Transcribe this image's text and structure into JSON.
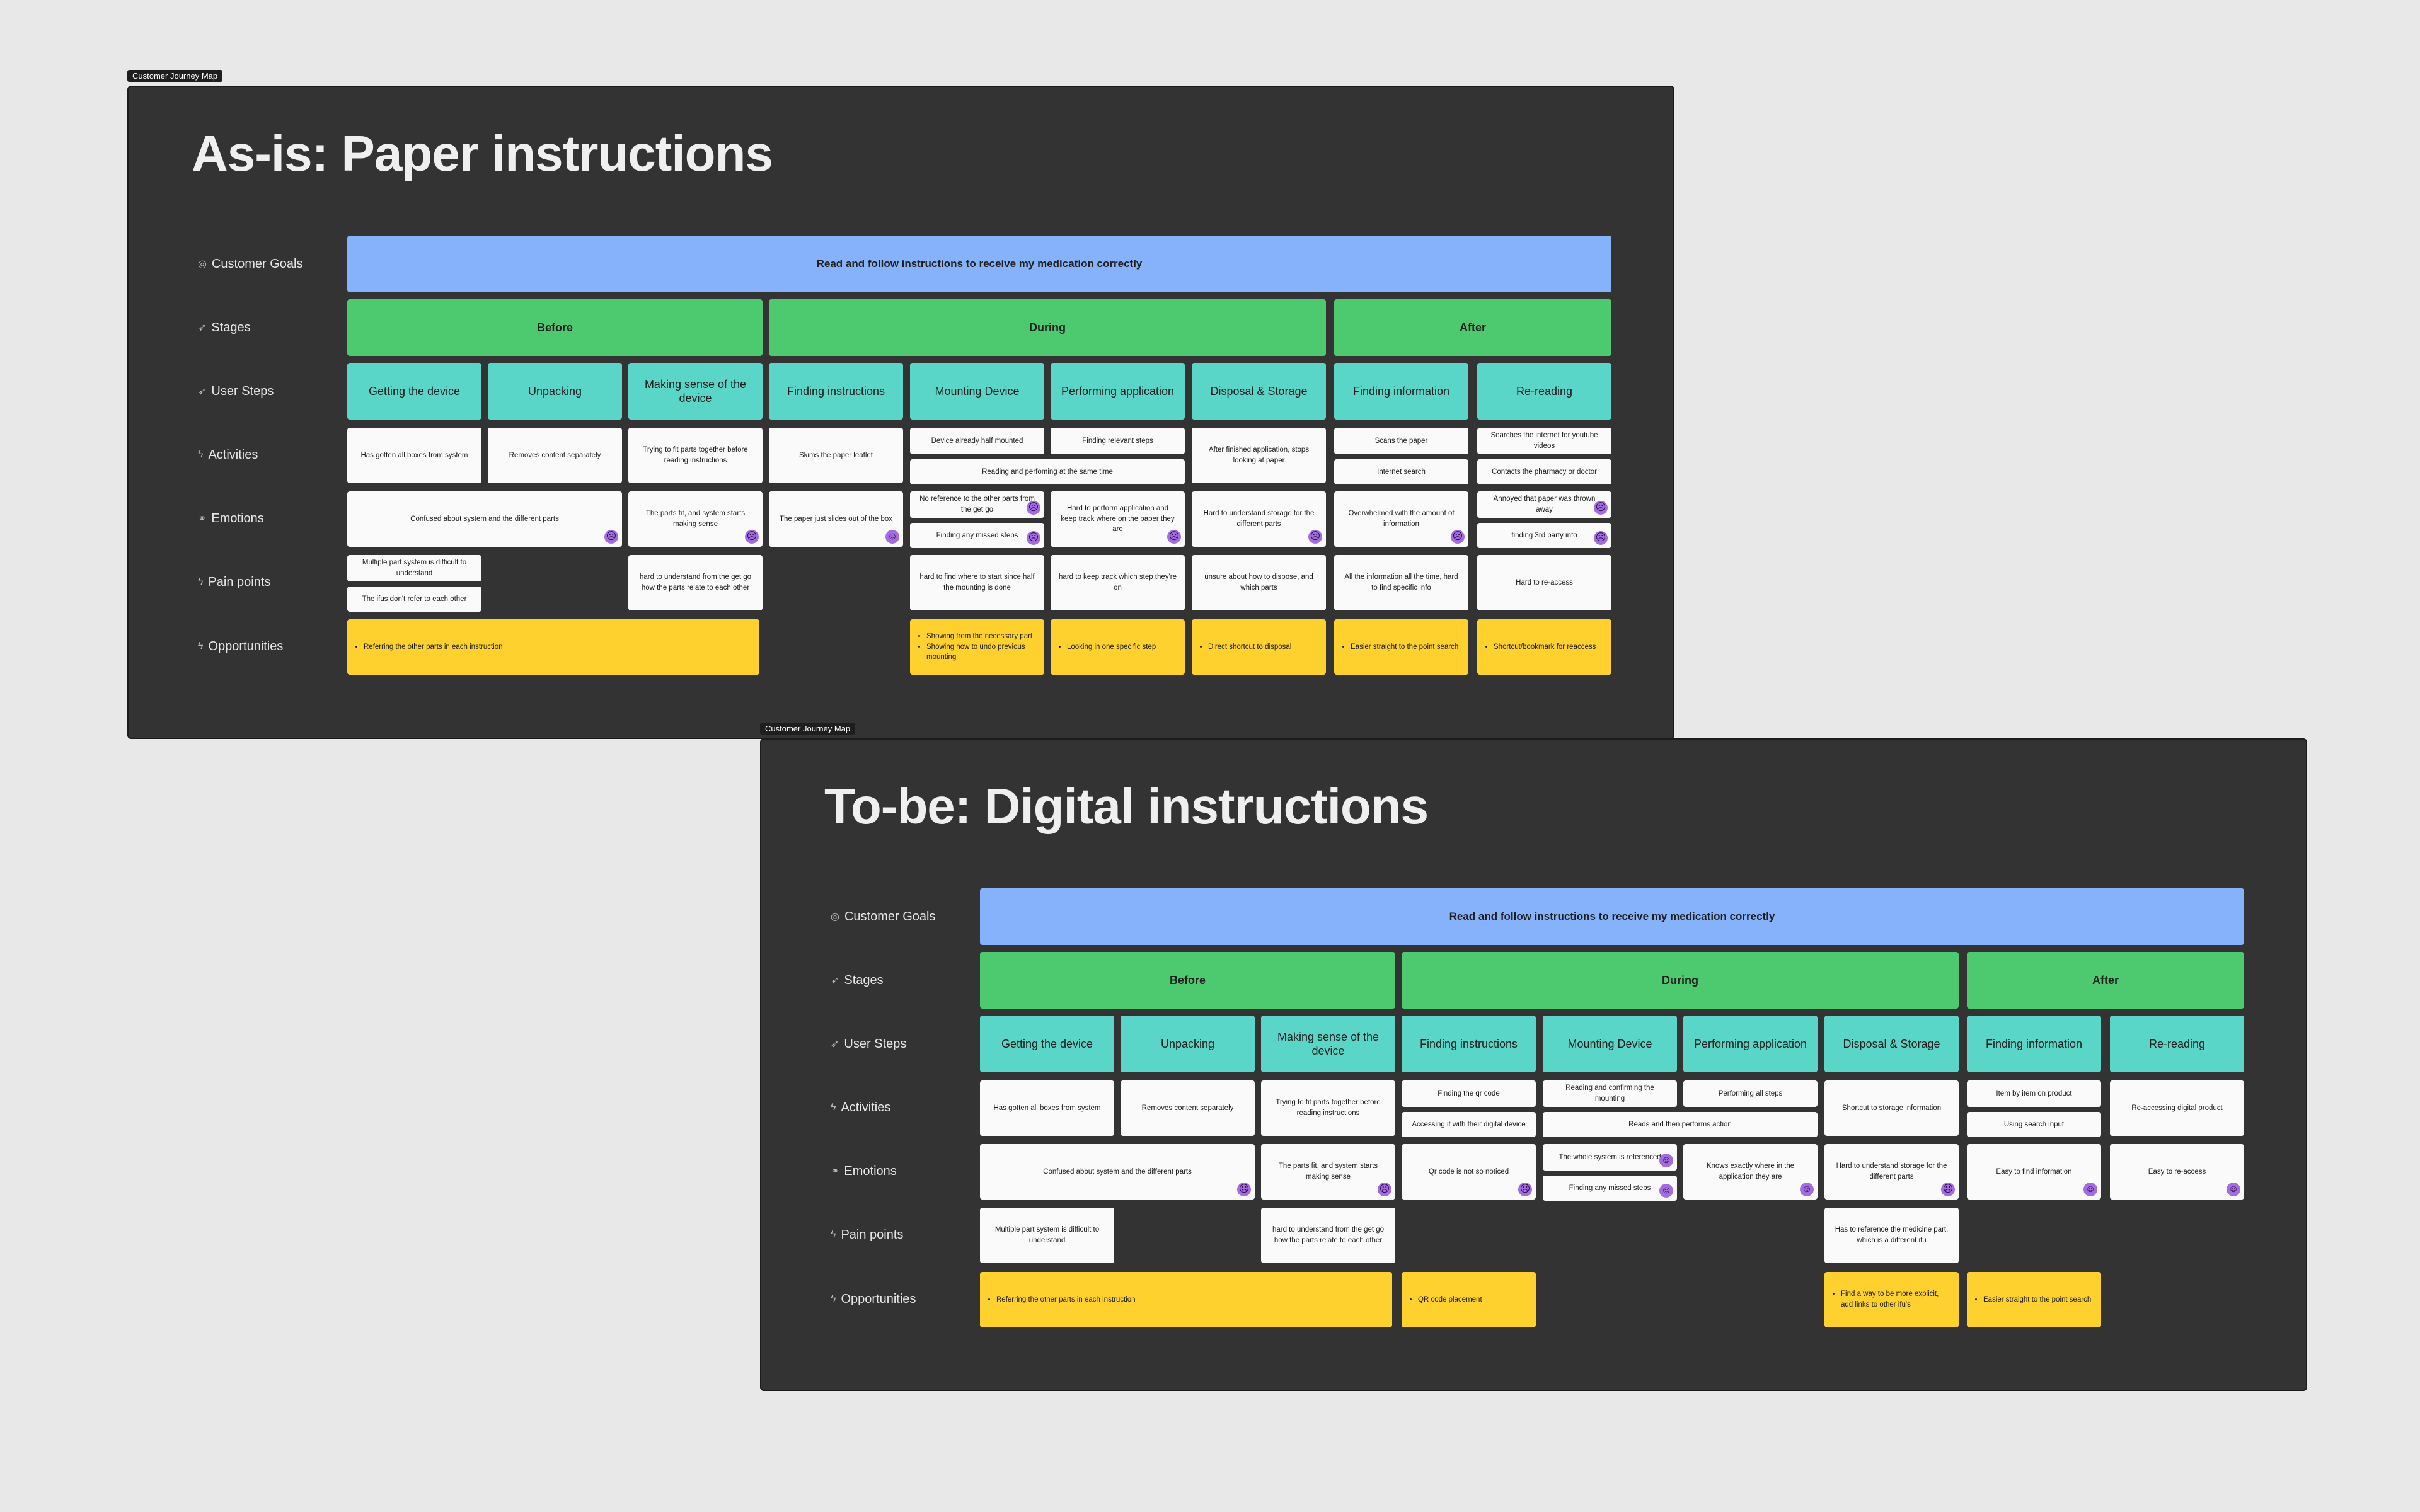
{
  "colors": {
    "canvas": "#e8e8e8",
    "frame": "#333333",
    "goal": "#86b2fb",
    "stage": "#4dca6f",
    "step": "#5ad6c9",
    "note": "#fafafa",
    "opportunity": "#ffd12f",
    "emoji": "#a36ce0"
  },
  "icons": {
    "goals": "target-icon",
    "stages": "rocket-icon",
    "steps": "rocket-icon",
    "activities": "lightning-icon",
    "emotions": "link-icon",
    "pain": "lightning-icon",
    "opps": "lightning-icon"
  },
  "row_labels": {
    "goals": "Customer Goals",
    "stages": "Stages",
    "steps": "User Steps",
    "activities": "Activities",
    "emotions": "Emotions",
    "pain": "Pain points",
    "opps": "Opportunities"
  },
  "asis": {
    "frame_label": "Customer Journey Map",
    "title": "As-is: Paper instructions",
    "goal": "Read and follow instructions to receive my medication correctly",
    "stages": [
      "Before",
      "During",
      "After"
    ],
    "steps": [
      "Getting the device",
      "Unpacking",
      "Making sense of the device",
      "Finding instructions",
      "Mounting Device",
      "Performing application",
      "Disposal & Storage",
      "Finding information",
      "Re-reading"
    ],
    "activities": {
      "a0": "Has gotten all boxes from system",
      "a1": "Removes content separately",
      "a2": "Trying to fit parts together before reading instructions",
      "a3": "Skims the paper leaflet",
      "a4a": "Device already half mounted",
      "a5a": "Finding relevant steps",
      "a45": "Reading and perfoming at the same time",
      "a6": "After finished application, stops looking at paper",
      "a7a": "Scans the paper",
      "a7b": "Internet search",
      "a8a": "Searches the internet for youtube videos",
      "a8b": "Contacts the pharmacy or doctor"
    },
    "emotions": {
      "e01": "Confused about system and the different parts",
      "e2": "The parts fit, and system starts making sense",
      "e3": "The paper just slides out of the box",
      "e4a": "No reference to the other parts from the get go",
      "e4b": "Finding any missed steps",
      "e5": "Hard to perform application and keep track where on the paper they are",
      "e6": "Hard to understand storage for the different parts",
      "e7": "Overwhelmed with the amount of information",
      "e8a": "Annoyed that paper was thrown away",
      "e8b": "finding 3rd party info"
    },
    "pain": {
      "p0a": "Multiple part system is difficult to understand",
      "p0b": "The ifus don't refer to each other",
      "p2": "hard to understand from the get go how the parts relate to each other",
      "p4": "hard to find where to start since half the mounting is done",
      "p5": "hard to keep track which step they're on",
      "p6": "unsure about how to dispose, and which parts",
      "p7": "All the information all the time, hard to find specific info",
      "p8": "Hard to re-access"
    },
    "opps": {
      "o02": [
        "Referring the other parts in each instruction"
      ],
      "o4": [
        "Showing from the necessary part",
        "Showing how to undo previous mounting"
      ],
      "o5": [
        "Looking in one specific step"
      ],
      "o6": [
        "Direct shortcut to disposal"
      ],
      "o7": [
        "Easier straight to the point search"
      ],
      "o8": [
        "Shortcut/bookmark for reaccess"
      ]
    }
  },
  "tobe": {
    "frame_label": "Customer Journey Map",
    "title": "To-be: Digital instructions",
    "goal": "Read and follow instructions to receive my medication correctly",
    "stages": [
      "Before",
      "During",
      "After"
    ],
    "steps": [
      "Getting the device",
      "Unpacking",
      "Making sense of the device",
      "Finding instructions",
      "Mounting Device",
      "Performing application",
      "Disposal & Storage",
      "Finding information",
      "Re-reading"
    ],
    "activities": {
      "a0": "Has gotten all boxes from system",
      "a1": "Removes content separately",
      "a2": "Trying to fit parts together before reading instructions",
      "a3a": "Finding the qr code",
      "a3b": "Accessing it with their digital device",
      "a4a": "Reading and confirming the mounting",
      "a5a": "Performing all steps",
      "a45": "Reads and then performs action",
      "a6": "Shortcut to storage information",
      "a7a": "Item by item on product",
      "a7b": "Using search input",
      "a8": "Re-accessing digital product"
    },
    "emotions": {
      "e01": "Confused about system and the different parts",
      "e2": "The parts fit, and system starts making sense",
      "e3": "Qr code is not so noticed",
      "e4a": "The whole system is referenced",
      "e4b": "Finding any missed steps",
      "e5": "Knows exactly where in the application they are",
      "e6": "Hard to understand storage for the different parts",
      "e7": "Easy to find information",
      "e8": "Easy to re-access"
    },
    "pain": {
      "p0": "Multiple part system is difficult to understand",
      "p2": "hard to understand from the get go how the parts relate to each other",
      "p6": "Has to reference the medicine part, which is a different ifu"
    },
    "opps": {
      "o02": [
        "Referring the other parts in each instruction"
      ],
      "o3": [
        "QR code placement"
      ],
      "o6": [
        "Find a way to be more explicit, add links to other ifu's"
      ],
      "o7": [
        "Easier straight to the point search"
      ]
    }
  }
}
